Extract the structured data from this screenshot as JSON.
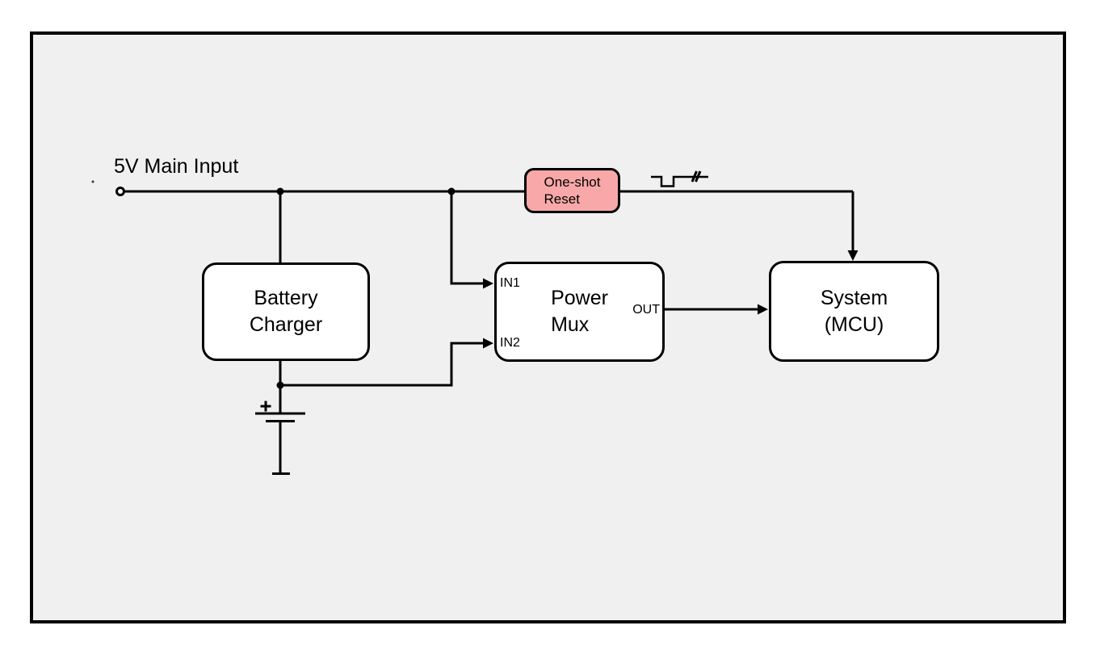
{
  "colors": {
    "page_bg": "#ffffff",
    "canvas_bg": "#f0f0f0",
    "stroke": "#000000",
    "box_fill": "#ffffff",
    "one_shot_fill": "#f8a8a8",
    "text": "#000000"
  },
  "labels": {
    "input": "5V Main Input"
  },
  "nodes": {
    "battery_charger": {
      "line1": "Battery",
      "line2": "Charger"
    },
    "one_shot_reset": {
      "line1": "One-shot",
      "line2": "Reset"
    },
    "power_mux": {
      "line1": "Power",
      "line2": "Mux",
      "pins": {
        "in1": "IN1",
        "in2": "IN2",
        "out": "OUT"
      }
    },
    "system_mcu": {
      "line1": "System",
      "line2": "(MCU)"
    }
  },
  "icons": {
    "input_terminal": "open-circle-terminal",
    "battery": "battery-cell-with-plus",
    "reset_pulse": "active-low-pulse-waveform-with-break"
  }
}
